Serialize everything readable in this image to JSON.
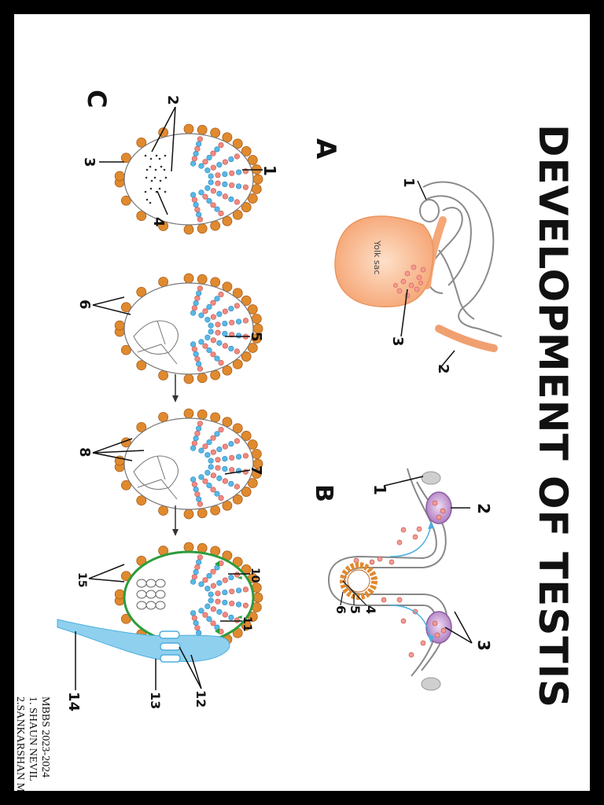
{
  "title": "DEVELOPMENT OF TESTIS",
  "panels": {
    "a": "A",
    "b": "B",
    "c": "C"
  },
  "yolk_sac_label": "Yolk sac",
  "credits": [
    "MBBS 2023-2024",
    "1. SHAUN NEVIL",
    "2.SANKARSHAN M"
  ],
  "labels_a": [
    "1",
    "2",
    "3"
  ],
  "labels_b": [
    "1",
    "2",
    "3",
    "4",
    "5",
    "6"
  ],
  "labels_c": [
    "1",
    "2",
    "3",
    "4",
    "5",
    "6",
    "7",
    "8",
    "10",
    "11",
    "12",
    "13",
    "14",
    "15"
  ],
  "colors": {
    "yolk_sac": "#f9b98f",
    "cortex_bead": "#e08a2f",
    "cord_blue": "#58b8e6",
    "cord_pink": "#f08a80",
    "tunica": "#2d9c3c",
    "rete": "#8fd0ee",
    "gonad_purple": "#c9a0d6"
  }
}
